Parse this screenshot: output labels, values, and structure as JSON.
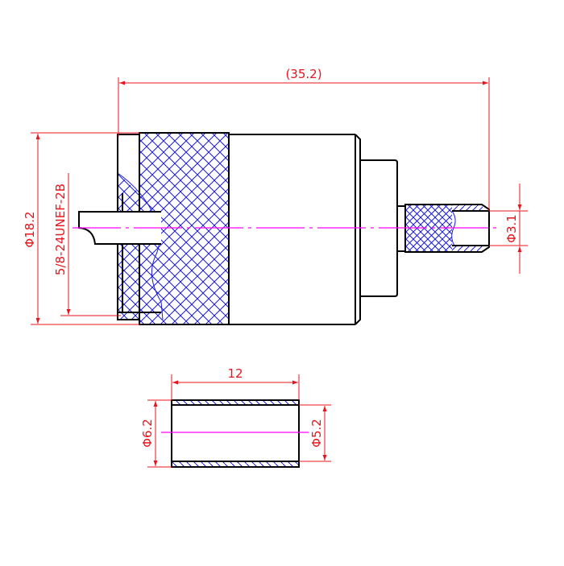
{
  "drawing": {
    "title": "UHF connector drawing",
    "dimensions": {
      "overall_length": "(35.2)",
      "nut_diameter": "Φ18.2",
      "thread_spec": "5/8-24UNEF-2B",
      "crimp_inner_diameter": "Φ3.1",
      "sleeve_length": "12",
      "sleeve_outer_diameter": "Φ6.2",
      "sleeve_inner_diameter": "Φ5.2"
    },
    "colors": {
      "outline": "#000000",
      "dimension": "#e8141c",
      "hatch": "#1a1ad6",
      "centerline": "#ff00ff"
    }
  }
}
